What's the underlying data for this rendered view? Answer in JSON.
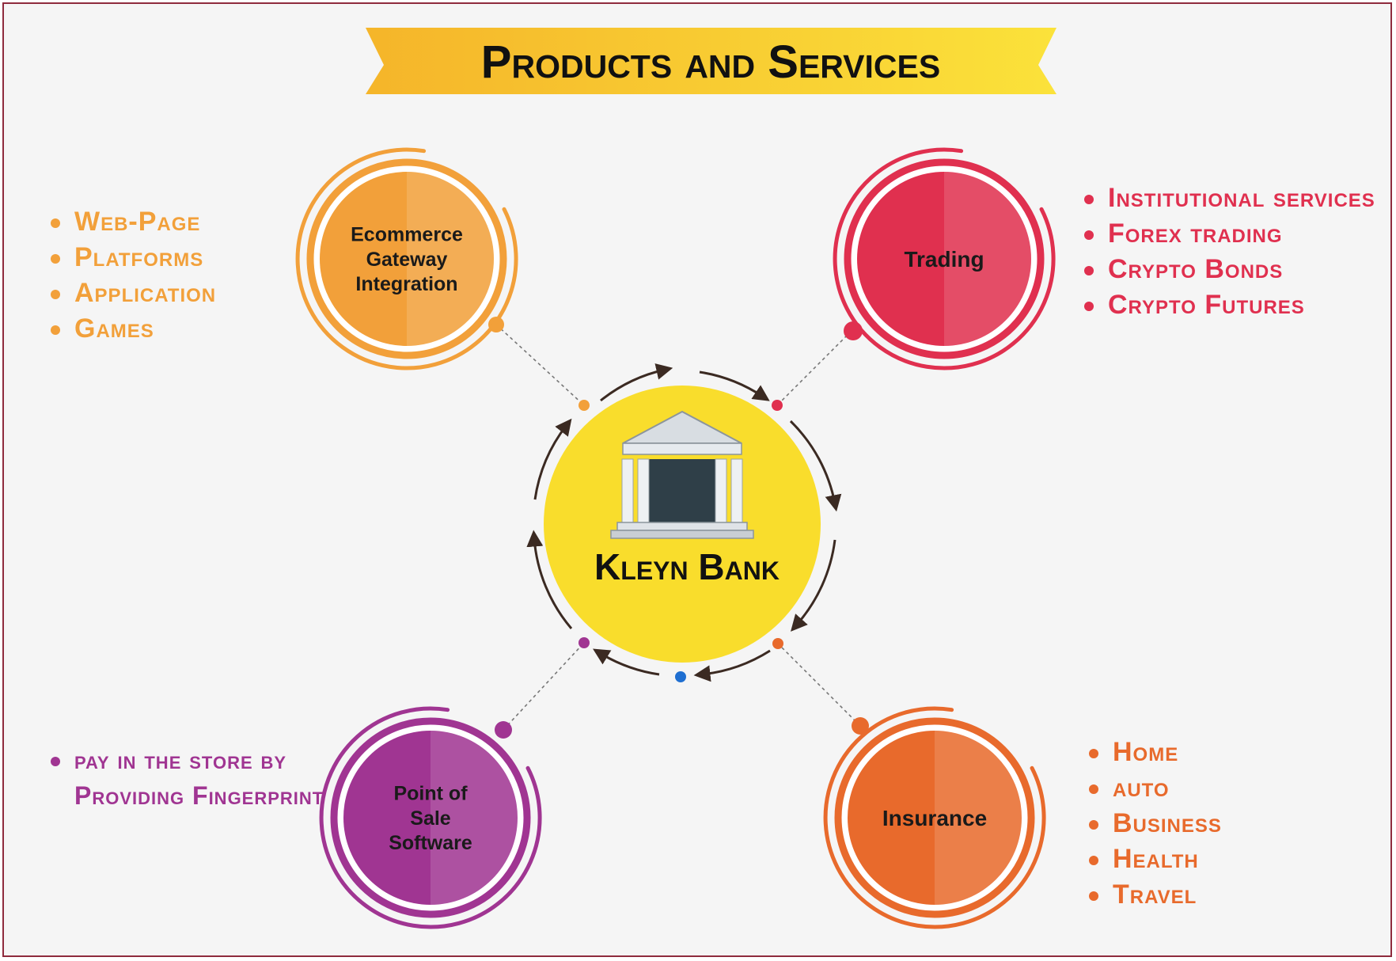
{
  "title": "Products and Services",
  "center": {
    "label": "Kleyn Bank",
    "icon": "bank-building-icon"
  },
  "services": [
    {
      "name": "Ecommerce Gateway Integration",
      "lines": [
        "Ecommerce",
        "Gateway",
        "Integration"
      ],
      "color": "#f2a03a",
      "bullets": [
        "Web-Page",
        "Platforms",
        "Application",
        "Games"
      ]
    },
    {
      "name": "Trading",
      "lines": [
        "Trading"
      ],
      "color": "#e0304f",
      "bullets": [
        "Institutional services",
        "Forex trading",
        "Crypto Bonds",
        "Crypto Futures"
      ]
    },
    {
      "name": "Point of Sale Software",
      "lines": [
        "Point of",
        "Sale",
        "Software"
      ],
      "color": "#a03592",
      "bullets": [
        "pay in the store by Providing Fingerprint"
      ]
    },
    {
      "name": "Insurance",
      "lines": [
        "Insurance"
      ],
      "color": "#e86a2c",
      "bullets": [
        "Home",
        "auto",
        "Business",
        "Health",
        "Travel"
      ]
    }
  ],
  "colors": {
    "banner": "#f7cf2b",
    "center_fill": "#f9dd2c",
    "arrows": "#3b2a22",
    "frame": "#8f2b3d"
  }
}
